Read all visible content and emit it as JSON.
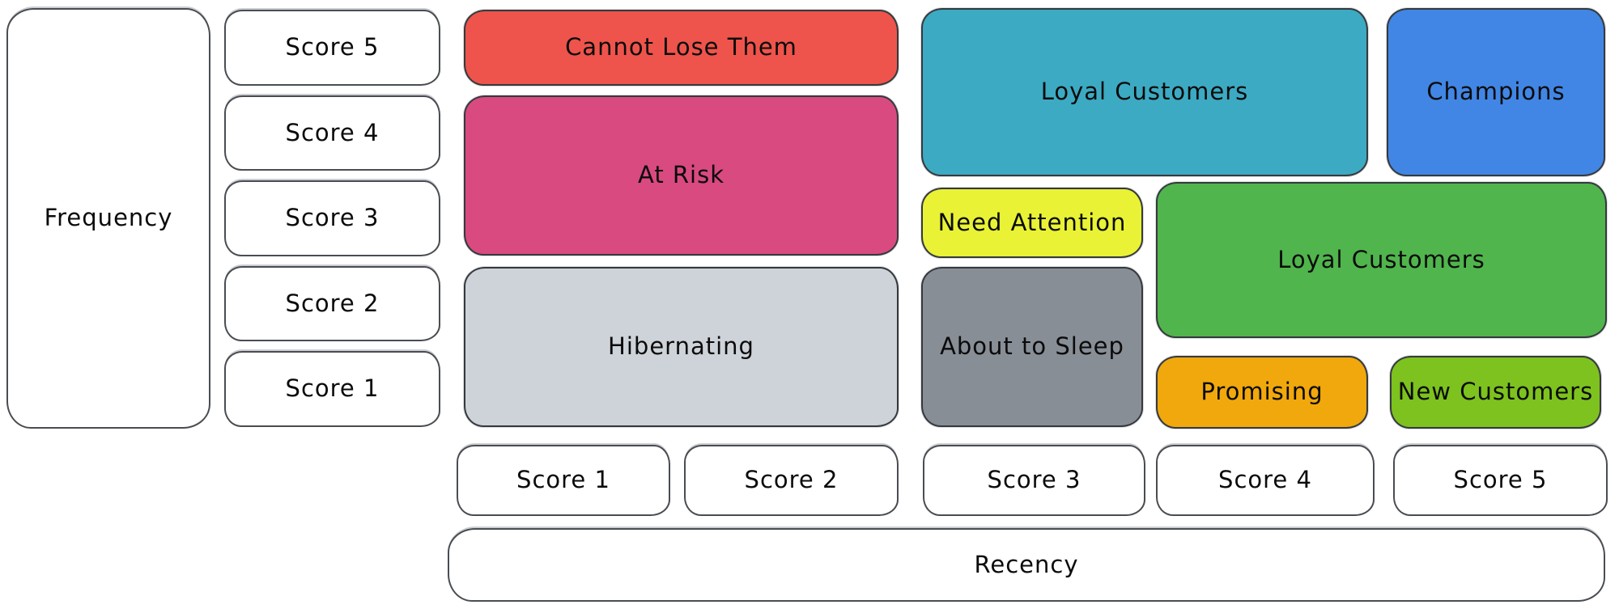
{
  "diagram": {
    "kind": "RFM customer segmentation grid",
    "style": "hand-drawn whiteboard",
    "background_color": "#ffffff",
    "outline_color": "#35393d",
    "text_color": "#0b0b0b"
  },
  "axes": {
    "y_label": "Frequency",
    "x_label": "Recency"
  },
  "frequency_scores": [
    "Score 5",
    "Score 4",
    "Score 3",
    "Score 2",
    "Score 1"
  ],
  "recency_scores": [
    "Score 1",
    "Score 2",
    "Score 3",
    "Score 4",
    "Score 5"
  ],
  "segments": {
    "cannot_lose_them": {
      "label": "Cannot Lose Them",
      "color": "#ee544b",
      "recency_span": "1-2",
      "frequency_span": "5"
    },
    "at_risk": {
      "label": "At Risk",
      "color": "#d94a80",
      "recency_span": "1-2",
      "frequency_span": "3-4"
    },
    "hibernating": {
      "label": "Hibernating",
      "color": "#ced3d9",
      "recency_span": "1-2",
      "frequency_span": "1-2"
    },
    "loyal_customers_top": {
      "label": "Loyal Customers",
      "color": "#3caac2",
      "recency_span": "3-4",
      "frequency_span": "4-5"
    },
    "champions": {
      "label": "Champions",
      "color": "#4186e4",
      "recency_span": "5",
      "frequency_span": "4-5"
    },
    "need_attention": {
      "label": "Need Attention",
      "color": "#e9f235",
      "recency_span": "3",
      "frequency_span": "3"
    },
    "loyal_customers_right": {
      "label": "Loyal Customers",
      "color": "#50b54c",
      "recency_span": "4-5",
      "frequency_span": "2-3"
    },
    "about_to_sleep": {
      "label": "About to Sleep",
      "color": "#888e96",
      "recency_span": "3",
      "frequency_span": "1-2"
    },
    "promising": {
      "label": "Promising",
      "color": "#f0a80c",
      "recency_span": "4",
      "frequency_span": "1"
    },
    "new_customers": {
      "label": "New Customers",
      "color": "#7dc21e",
      "recency_span": "5",
      "frequency_span": "1"
    }
  }
}
